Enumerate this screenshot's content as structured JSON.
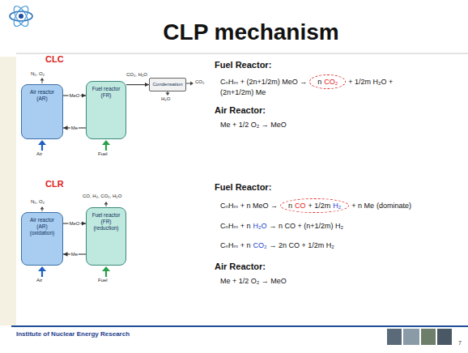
{
  "diagram": {
    "title": "CLP mechanism",
    "nodes": [
      {
        "text": [
          "Air reactor (AR)"
        ]
      },
      {
        "text": [
          "Fuel reactor (FR)"
        ]
      },
      {
        "text": [
          "Condensation"
        ]
      },
      {
        "text": [
          "Air reactor (AR) (oxidation)"
        ]
      },
      {
        "text": [
          "Fuel reactor (FR) (reduction)"
        ]
      }
    ],
    "edges": [
      {
        "from": 0,
        "to": 1,
        "label": "MeO",
        "arrow": "to"
      },
      {
        "from": 1,
        "to": 0,
        "label": "Me",
        "arrow": "to"
      },
      {
        "from": 1,
        "to": 2,
        "arrow": "to"
      },
      {
        "from": 3,
        "to": 4,
        "label": "MeO",
        "arrow": "to"
      },
      {
        "from": 4,
        "to": 3,
        "label": "Me",
        "arrow": "to"
      }
    ],
    "labels": [
      "CLC",
      "CLR",
      "N₂, O₂",
      "Air",
      "Fuel",
      "CO₂, H₂O",
      "CO₂",
      "H₂O",
      "N₂, O₂",
      "CO, H₂, CO₂, H₂O",
      "Air",
      "Fuel",
      "Fuel Reactor:",
      "CₙHₘ + (2n+1/2m) MeO →",
      "n",
      "CO₂",
      "+ 1/2m H₂O +",
      "(2n+1/2m) Me",
      "Air Reactor:",
      "Me + 1/2 O₂ → MeO",
      "Fuel Reactor:",
      "CₙHₘ + n MeO →",
      "n",
      "CO",
      "+ 1/2m",
      "H₂",
      "+ n Me",
      "(dominate)",
      "CₙHₘ + n",
      "H₂O",
      "→ n CO + (n+1/2m) H₂",
      "CₙHₘ + n",
      "CO₂",
      "→ 2n CO + 1/2m H₂",
      "Air Reactor:",
      "Me + 1/2 O₂ → MeO",
      "Institute of Nuclear Energy Research",
      "7"
    ]
  }
}
